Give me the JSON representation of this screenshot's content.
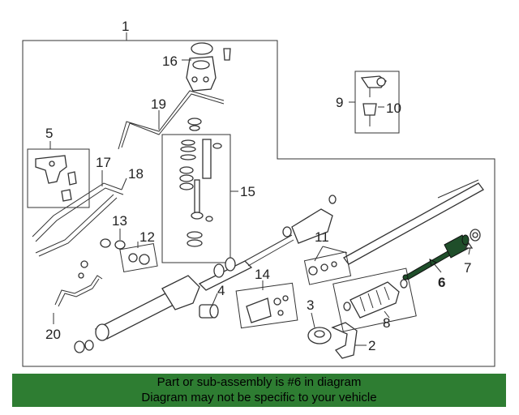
{
  "diagram": {
    "callouts": [
      "1",
      "2",
      "3",
      "4",
      "5",
      "6",
      "7",
      "8",
      "9",
      "10",
      "11",
      "12",
      "13",
      "14",
      "15",
      "16",
      "17",
      "18",
      "19",
      "20"
    ],
    "highlight_color": "#1f4e2a"
  },
  "banner": {
    "line1": "Part or sub-assembly is #6 in diagram",
    "line2": "Diagram may not be specific to your vehicle",
    "background": "#2e7d32"
  }
}
